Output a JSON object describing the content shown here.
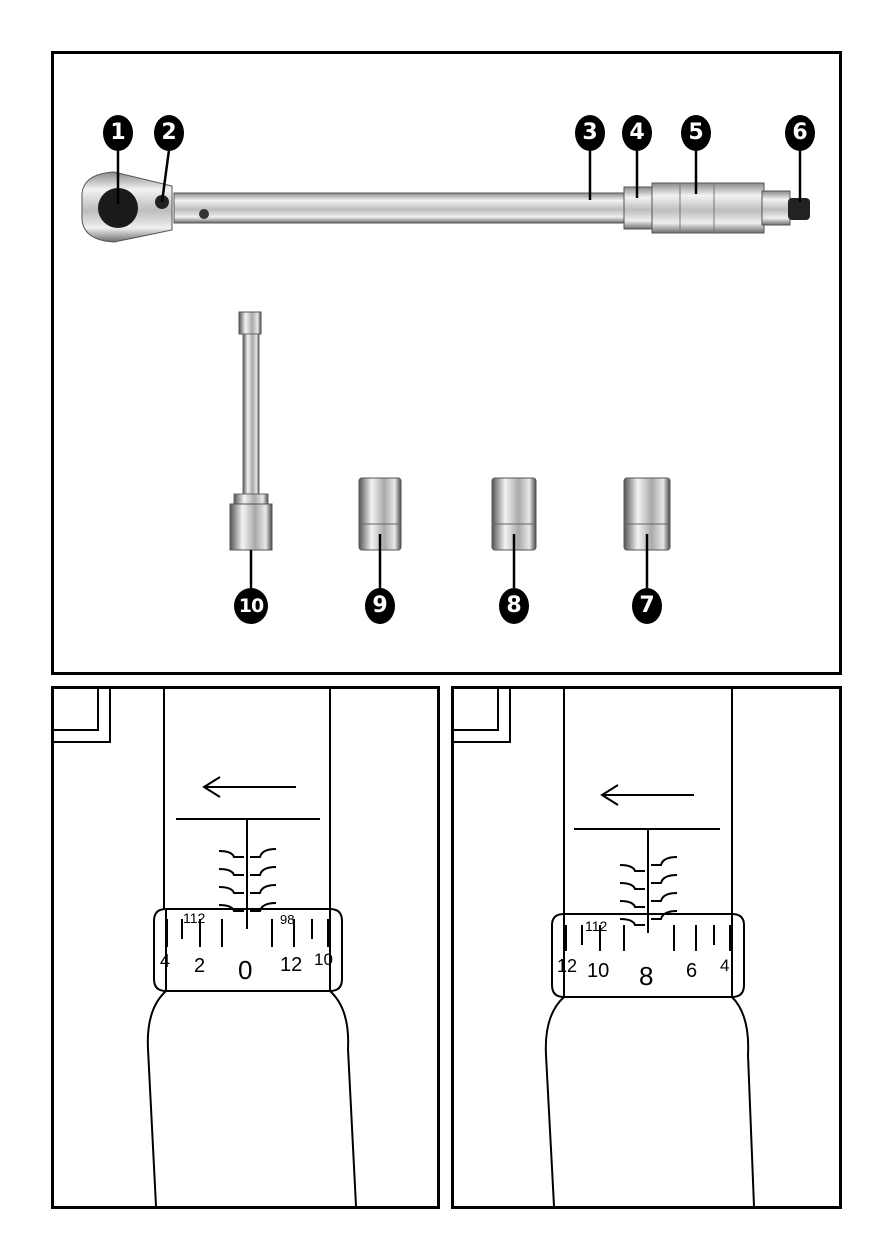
{
  "overview": {
    "callouts": [
      "1",
      "2",
      "3",
      "4",
      "5",
      "6",
      "7",
      "8",
      "9",
      "10"
    ],
    "colors": {
      "chrome": "#d9d9d9",
      "shadow": "#6a6a6a",
      "ink": "#000000"
    }
  },
  "detail_left": {
    "small_labels": [
      "112",
      "98"
    ],
    "scale_labels": [
      "4",
      "2",
      "0",
      "12",
      "10"
    ]
  },
  "detail_right": {
    "small_labels": [
      "112"
    ],
    "scale_labels": [
      "12",
      "10",
      "8",
      "6",
      "4"
    ]
  }
}
